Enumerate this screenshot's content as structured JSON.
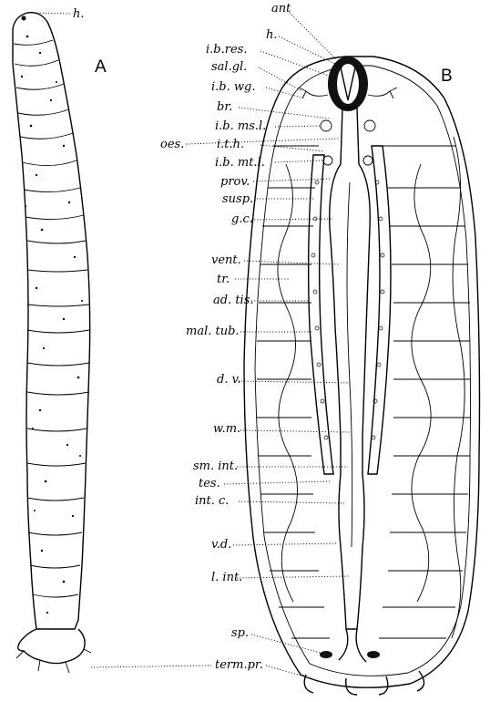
{
  "panels": {
    "a": "A",
    "b": "B"
  },
  "labels": {
    "a_head": "h.",
    "ant": "ant",
    "h": "h.",
    "ib_res": "i.b.res.",
    "sal_gl": "sal.gl.",
    "ib_wg": "i.b. wg.",
    "br": "br.",
    "ib_msl": "i.b. ms.l.",
    "oes": "oes.",
    "ith": "i.t.h.",
    "ib_mtl": "i.b. mt.l.",
    "prov": "prov.",
    "susp": "susp.",
    "gc": "g.c.",
    "vent": "vent.",
    "tr": "tr.",
    "adtis": "ad. tis.",
    "maltub": "mal. tub.",
    "dv": "d. v.",
    "wm": "w.m.",
    "smint": "sm. int.",
    "tes": "tes.",
    "intc": "int. c.",
    "vd": "v.d.",
    "lint": "l. int.",
    "sp": "sp.",
    "termpr": "term.pr."
  }
}
